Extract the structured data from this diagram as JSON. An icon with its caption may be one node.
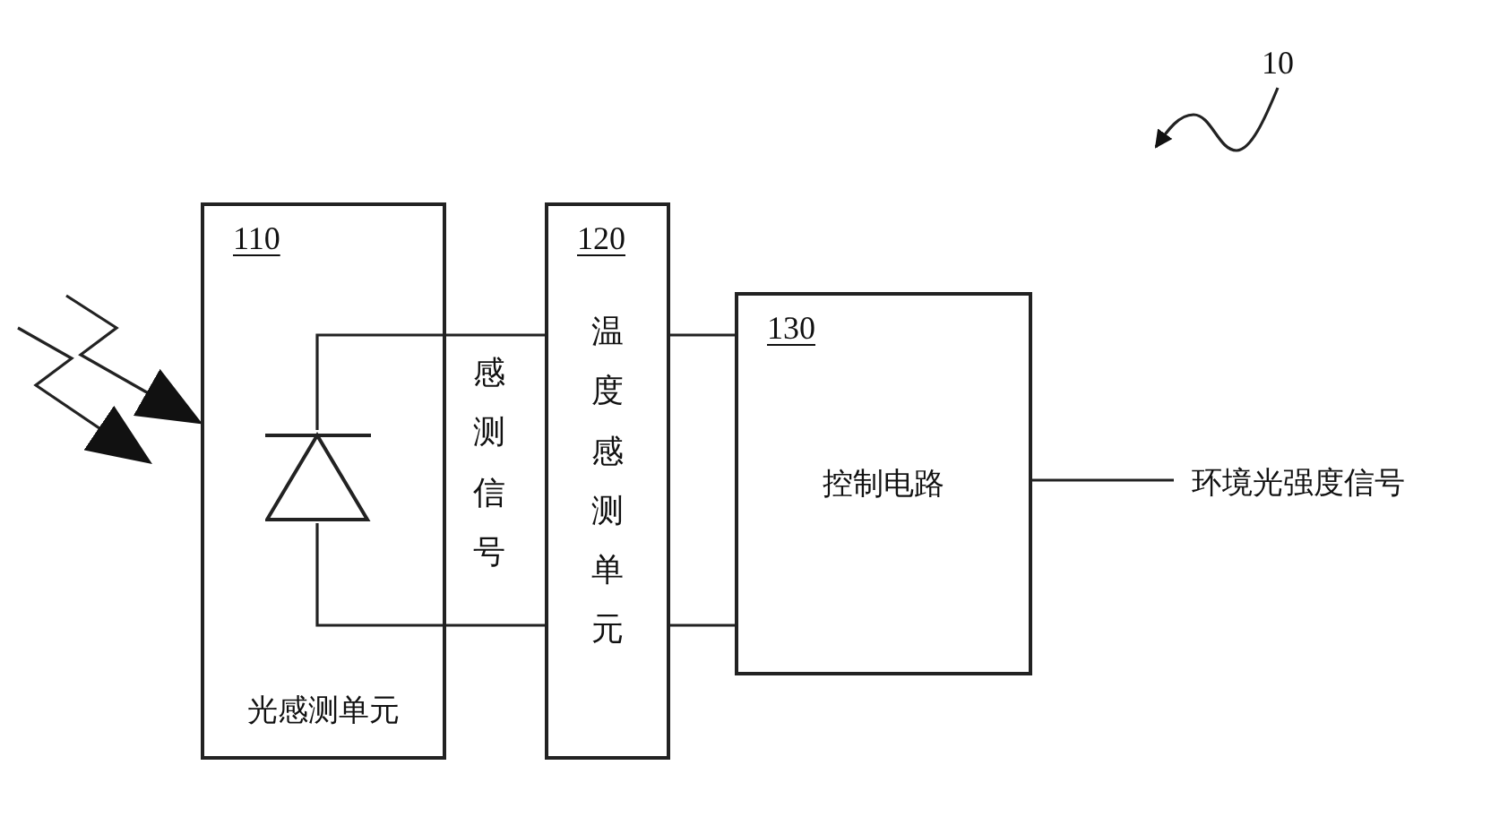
{
  "diagram": {
    "nodes": [
      {
        "text": [
          "110",
          "光感测单元"
        ]
      },
      {
        "text": [],
        "shape": "diode",
        "in": 0
      },
      {
        "text": [
          "120",
          "温度感测单元"
        ]
      },
      {
        "text": [
          "130",
          "控制电路"
        ]
      },
      {
        "text": [
          "环境光强度信号"
        ]
      },
      {
        "text": [
          "10"
        ]
      }
    ],
    "edges": [
      {
        "from": 1,
        "to": 2,
        "arrow": "none"
      },
      {
        "from": 1,
        "to": 2,
        "arrow": "none"
      },
      {
        "from": 2,
        "to": 3,
        "arrow": "none"
      },
      {
        "from": 2,
        "to": 3,
        "arrow": "none"
      },
      {
        "from": 3,
        "to": 4,
        "arrow": "none"
      },
      {
        "from": null,
        "to": 0,
        "arrow": "to"
      },
      {
        "from": null,
        "to": 0,
        "arrow": "to"
      },
      {
        "from": 5,
        "to": null,
        "arrow": "to"
      }
    ],
    "labels": [
      "感测信号"
    ]
  }
}
